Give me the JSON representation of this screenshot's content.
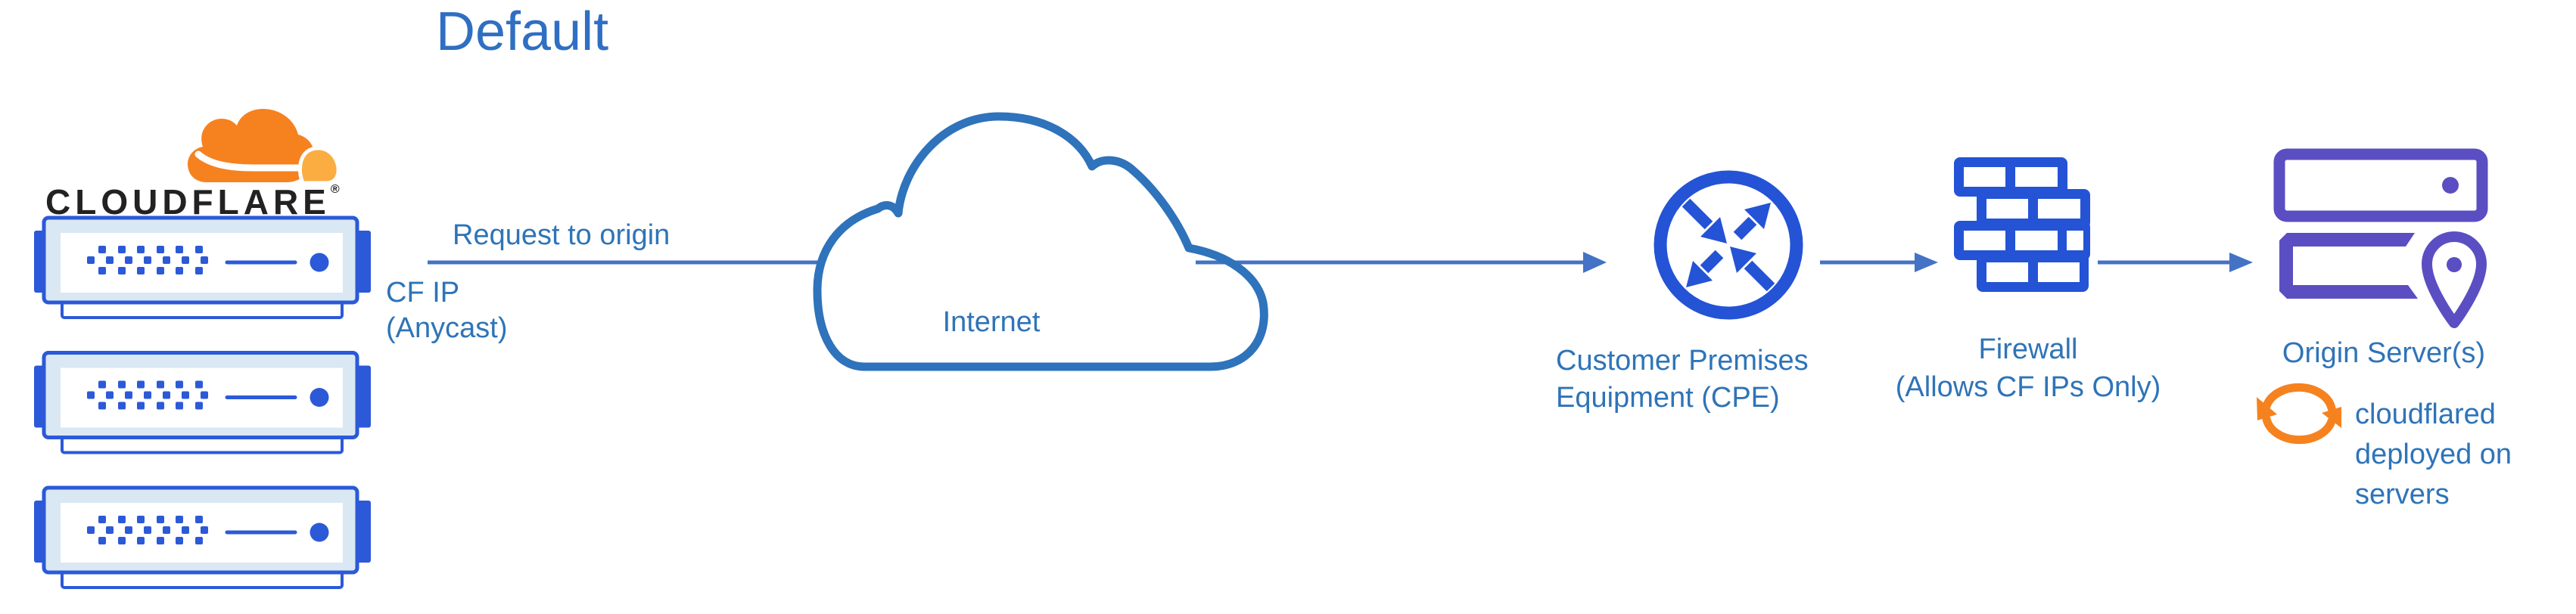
{
  "title": "Default",
  "logo": {
    "brand": "CLOUDFLARE",
    "registered": "®"
  },
  "edge_servers_count": 3,
  "labels": {
    "request": "Request to origin",
    "cf_ip_line1": "CF IP",
    "cf_ip_line2": "(Anycast)",
    "internet": "Internet",
    "cpe_line1": "Customer Premises",
    "cpe_line2": "Equipment (CPE)",
    "firewall_line1": "Firewall",
    "firewall_line2": "(Allows CF IPs Only)",
    "origin": "Origin Server(s)",
    "cloudflared_line1": "cloudflared",
    "cloudflared_line2": "deployed on",
    "cloudflared_line3": "servers"
  },
  "colors": {
    "arrow_blue": "#4472C4",
    "label_blue": "#2E74B8",
    "title_blue": "#2F6FC3",
    "icon_blue": "#2453D6",
    "server_blue": "#2B59D8",
    "server_panel": "#D9E8F2",
    "cloud_stroke": "#2E73BB",
    "purple": "#5B4EC2",
    "orange": "#F6821F",
    "orange_light": "#FBAD41",
    "wordmark_black": "#222222"
  }
}
